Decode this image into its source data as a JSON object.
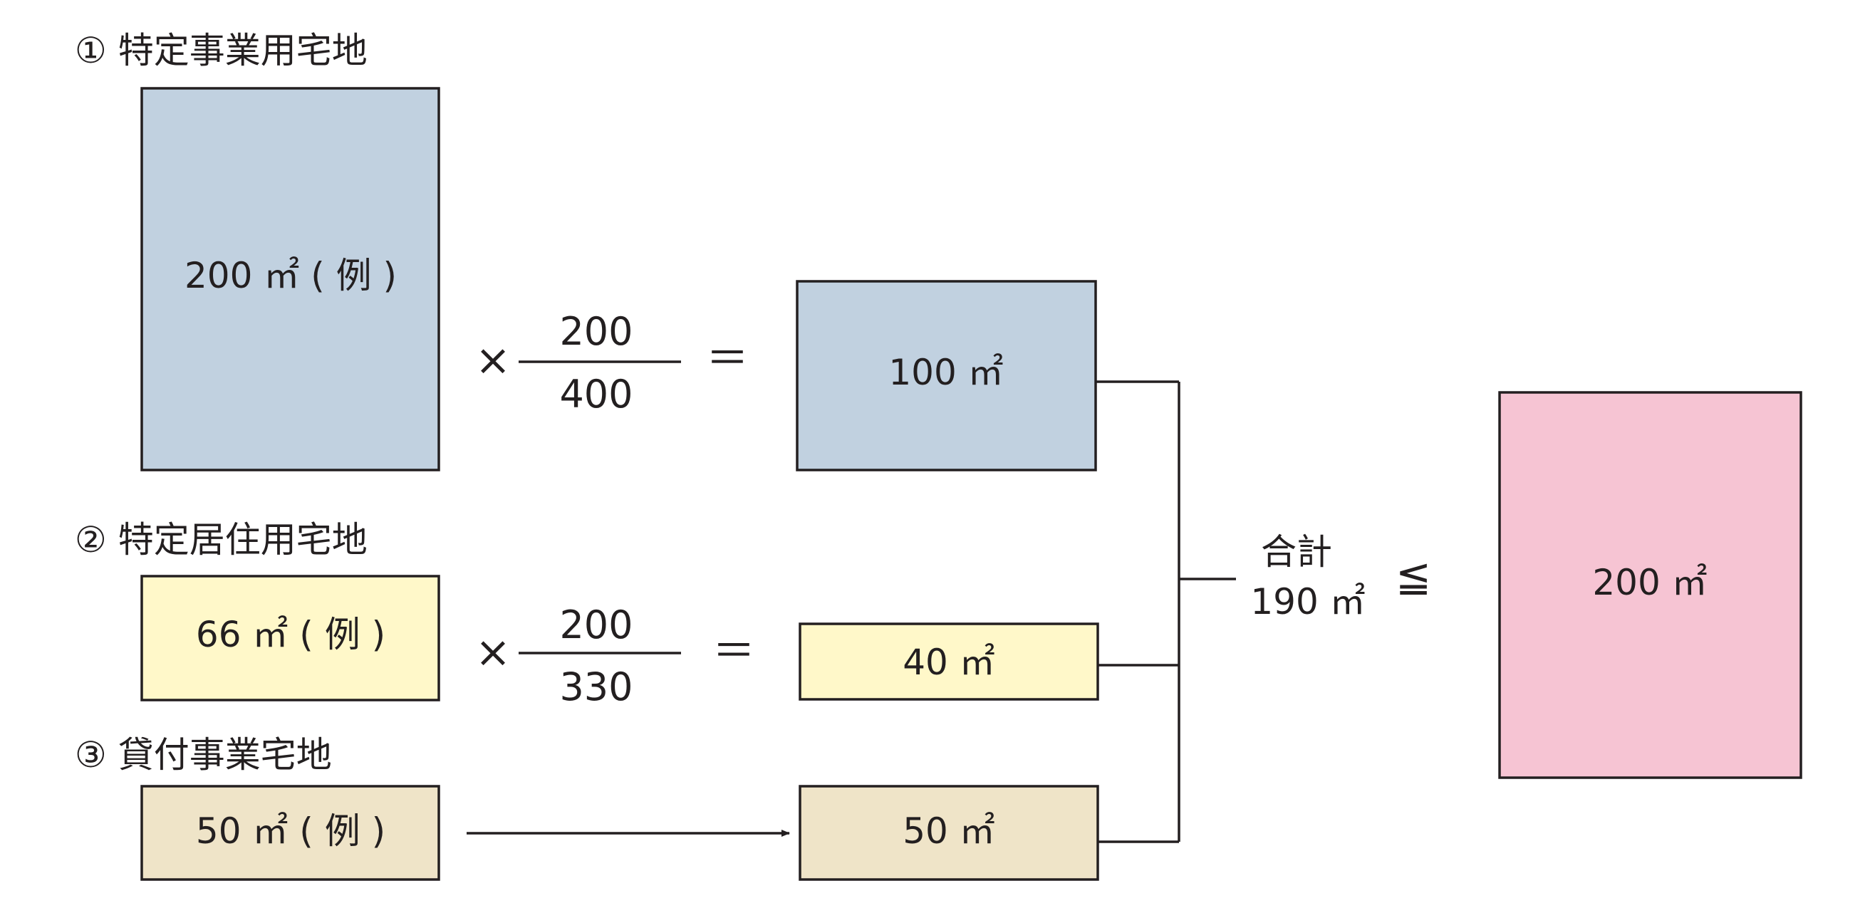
{
  "colors": {
    "blue": "#c1d1e0",
    "yellow": "#fff8c9",
    "beige": "#efe4c8",
    "pink": "#f6c4d3",
    "stroke": "#231f20"
  },
  "sections": [
    {
      "heading": "① 特定事業用宅地",
      "source_label": "200 ㎡ ( 例 )",
      "operator_times": "×",
      "numerator": "200",
      "denominator": "400",
      "operator_equals": "＝",
      "result_label": "100 ㎡"
    },
    {
      "heading": "② 特定居住用宅地",
      "source_label": "66 ㎡ ( 例 )",
      "operator_times": "×",
      "numerator": "200",
      "denominator": "330",
      "operator_equals": "＝",
      "result_label": "40 ㎡"
    },
    {
      "heading": "③ 貸付事業宅地",
      "source_label": "50 ㎡ ( 例 )",
      "result_label": "50 ㎡"
    }
  ],
  "total": {
    "label": "合計",
    "value": "190 ㎡"
  },
  "comparison": "≦",
  "limit": {
    "label": "200 ㎡"
  }
}
